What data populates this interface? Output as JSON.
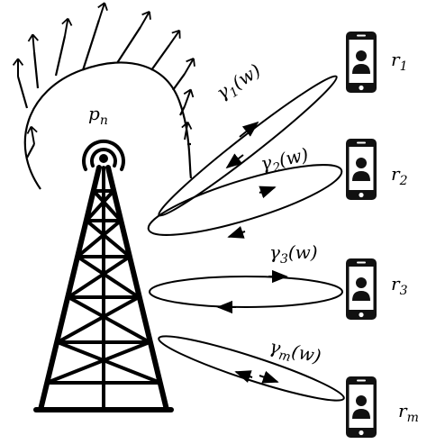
{
  "tower_label": {
    "main": "p",
    "sub": "n"
  },
  "beams": [
    {
      "main": "γ",
      "sub": "1",
      "arg": "(w)"
    },
    {
      "main": "γ",
      "sub": "2",
      "arg": "(w)"
    },
    {
      "main": "γ",
      "sub": "3",
      "arg": "(w)"
    },
    {
      "main": "γ",
      "sub": "m",
      "arg": "(w)"
    }
  ],
  "users": [
    {
      "main": "r",
      "sub": "1"
    },
    {
      "main": "r",
      "sub": "2"
    },
    {
      "main": "r",
      "sub": "3"
    },
    {
      "main": "r",
      "sub": "m"
    }
  ],
  "icons": {
    "tower": "cell-tower-icon",
    "phone": "smartphone-user-icon",
    "antenna": "antenna-icon"
  }
}
